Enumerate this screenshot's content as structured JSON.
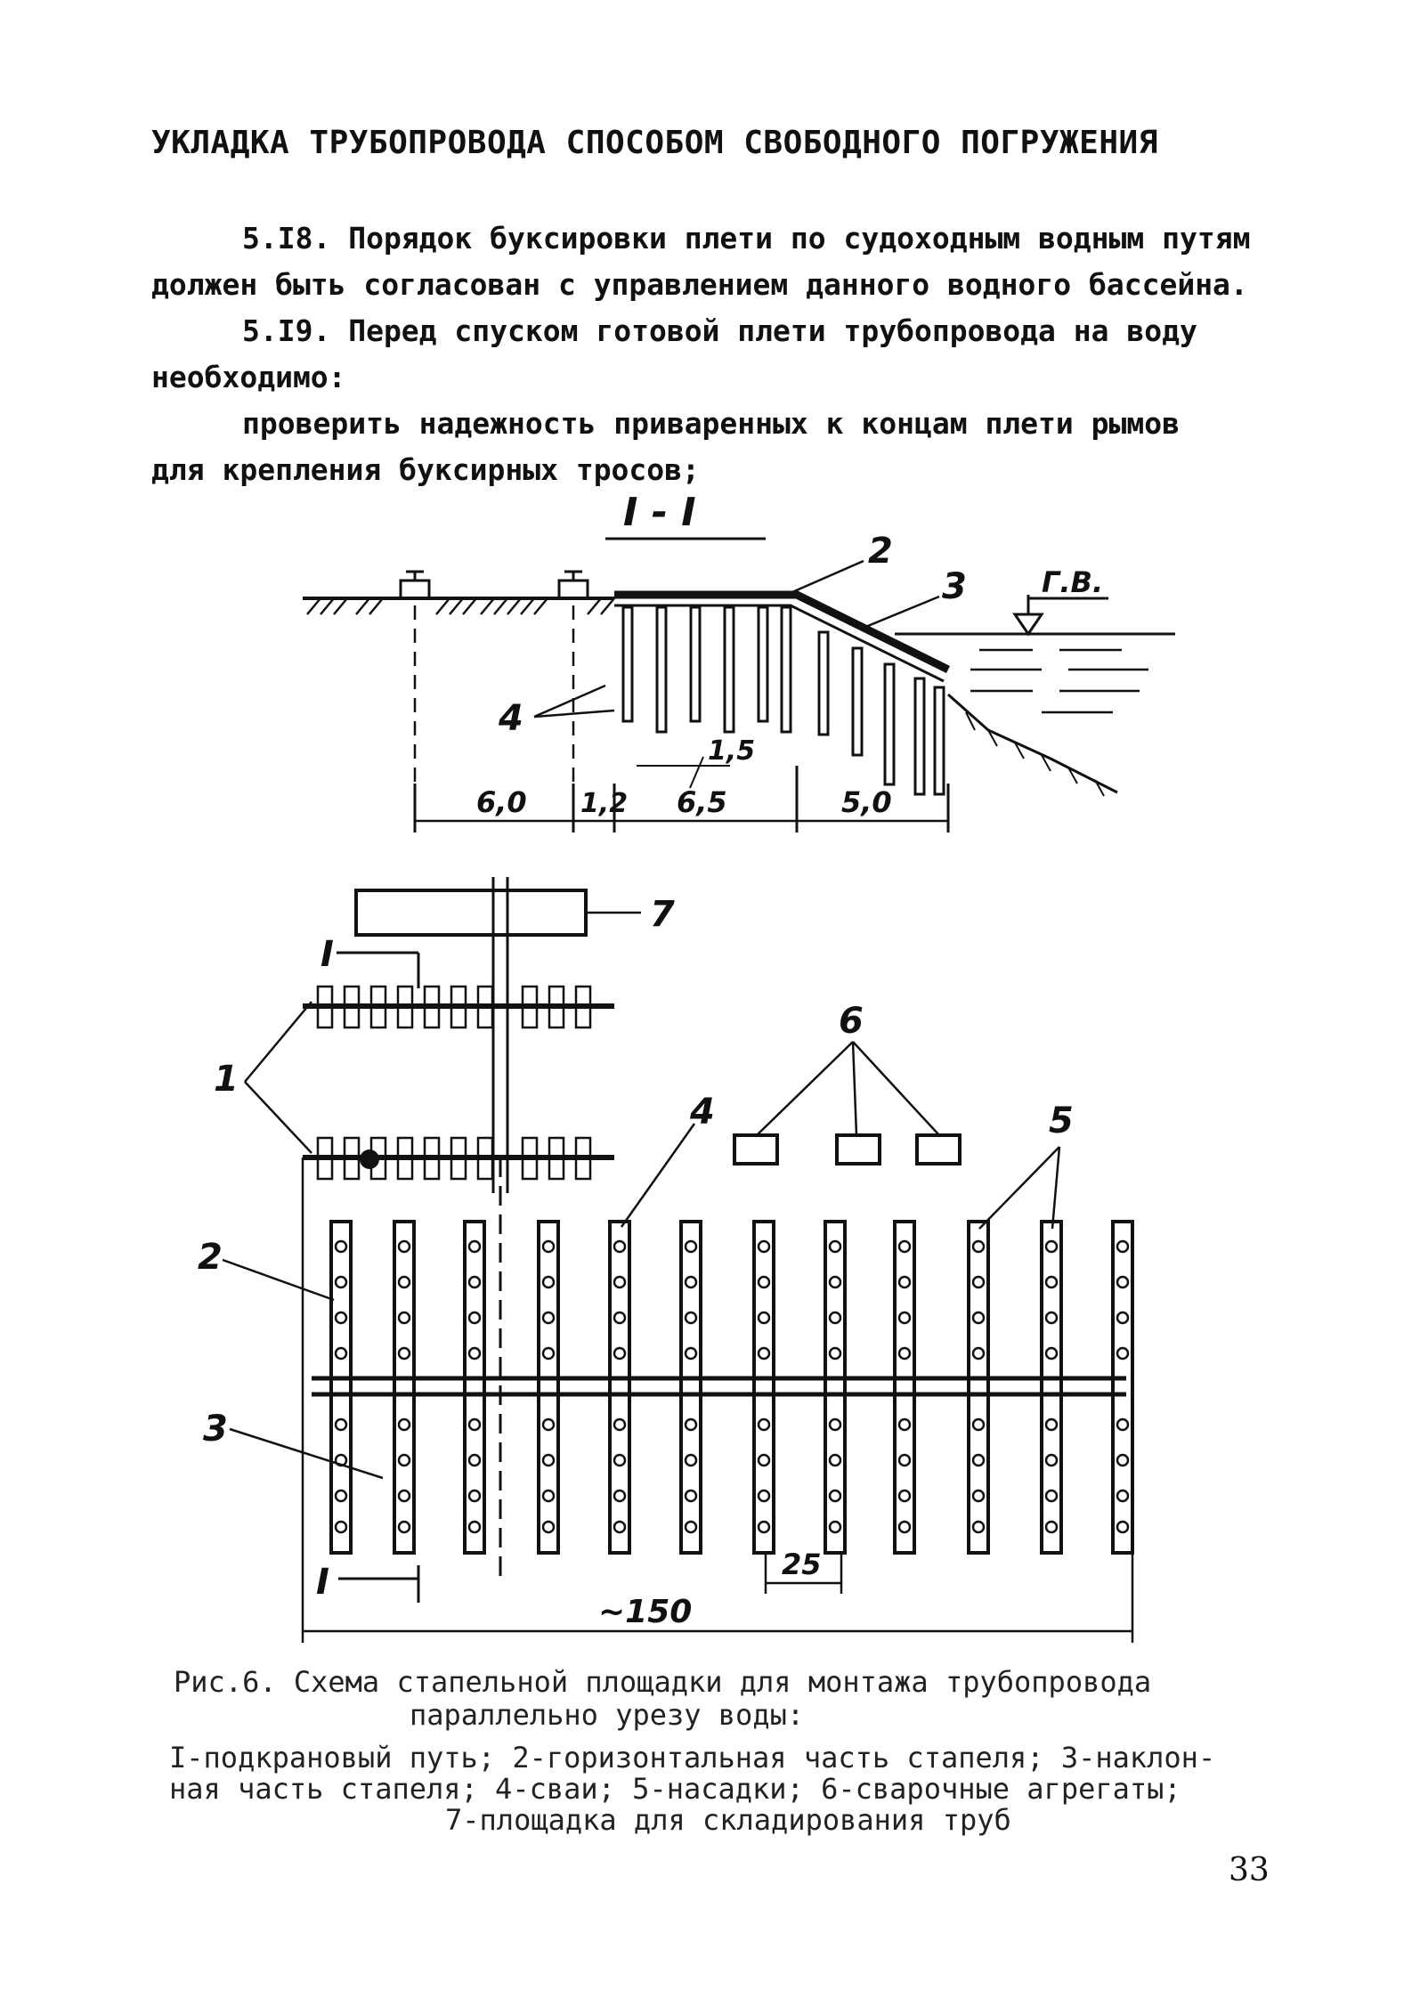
{
  "header": {
    "title": "УКЛАДКА ТРУБОПРОВОДА СПОСОБОМ СВОБОДНОГО ПОГРУЖЕНИЯ"
  },
  "paragraphs": [
    {
      "line1": "5.I8. Порядок буксировки плети по судоходным водным путям",
      "line2": "должен быть согласован с управлением данного водного бассейна."
    },
    {
      "line1": "5.I9. Перед спуском готовой плети трубопровода на воду",
      "line2": "необходимо:"
    },
    {
      "line1": "проверить надежность приваренных к концам плети рымов",
      "line2": "для крепления буксирных тросов;"
    }
  ],
  "section_view": {
    "section_label": "I - I",
    "water_level": "Г.В.",
    "callouts": [
      "2",
      "3",
      "4"
    ],
    "dimensions": [
      "6,0",
      "1,2",
      "6,5",
      "5,0",
      "1,5"
    ]
  },
  "plan_view": {
    "callouts": [
      "1",
      "2",
      "3",
      "4",
      "5",
      "6",
      "7"
    ],
    "section_marks": [
      "I",
      "I"
    ],
    "dimensions": [
      "25",
      "~150"
    ]
  },
  "caption": {
    "line1": "Рис.6. Схема стапельной площадки для монтажа трубопровода",
    "line2": "параллельно урезу воды:",
    "legend1": "I-подкрановый путь; 2-горизонтальная часть стапеля; 3-наклон-",
    "legend2": "ная часть стапеля; 4-сваи; 5-насадки; 6-сварочные агрегаты;",
    "legend3": "7-площадка для складирования труб"
  },
  "page_number": "33"
}
